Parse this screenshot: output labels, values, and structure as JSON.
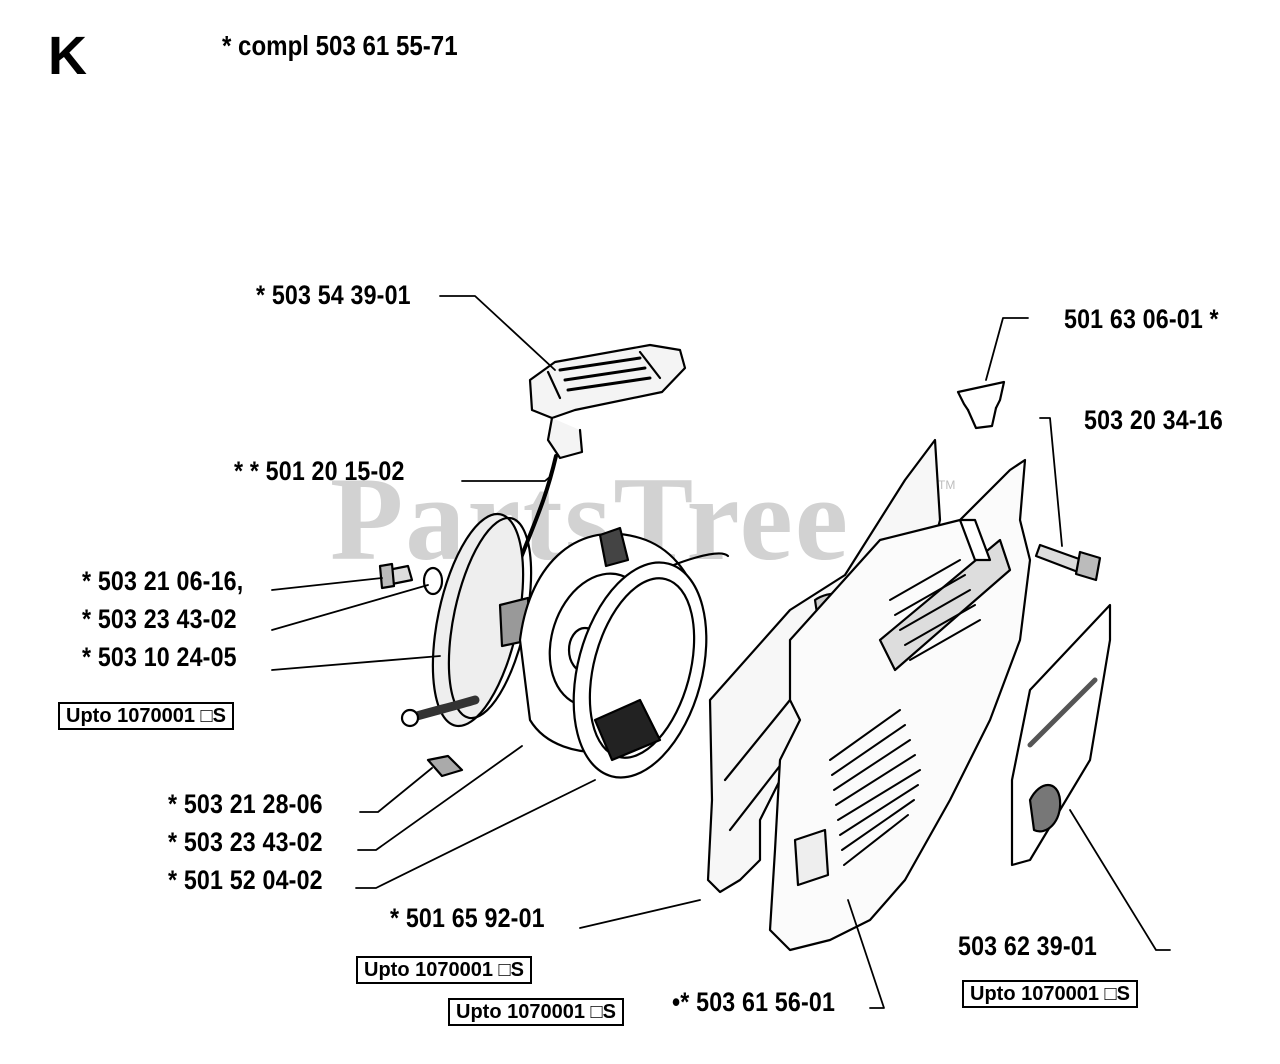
{
  "section_letter": "K",
  "assembly_title": "* compl 503 61 55-71",
  "watermark": "PartsTree",
  "watermark_tm": "TM",
  "part_labels": {
    "handle": "* 503 54 39-01",
    "rope": "* * 501 20 15-02",
    "screw": "* 503 21 06-16,",
    "washer_top": "* 503 23 43-02",
    "pulley": "* 503 10 24-05",
    "screw_bottom": "* 503 21 28-06",
    "washer_bottom": "* 503 23 43-02",
    "spring": "* 501 52 04-02",
    "cover": "* 501 65 92-01",
    "housing": "•* 503 61 56-01",
    "grommet": "501 63 06-01 *",
    "bolt": "503 20 34-16",
    "decal": "503 62 39-01"
  },
  "serial_notes": {
    "left": "Upto 1070001 □S",
    "cover": "Upto 1070001 □S",
    "housing": "Upto 1070001 □S",
    "decal": "Upto 1070001 □S"
  }
}
